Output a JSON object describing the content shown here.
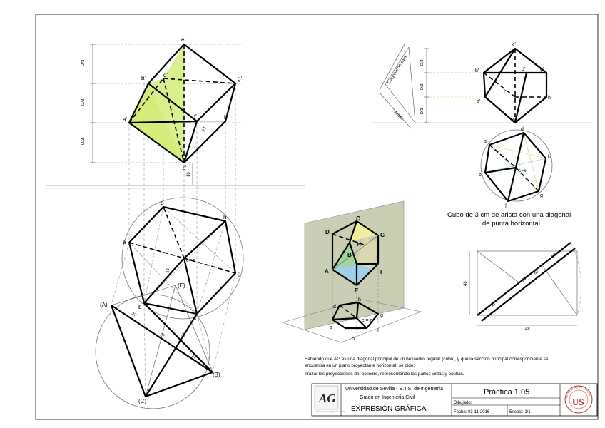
{
  "main_drawing": {
    "elevation_labels": [
      "e'",
      "b'",
      "d'",
      "g'",
      "a'",
      "f'",
      "h'",
      "c'"
    ],
    "dim_d3": "D/3",
    "dim_27": "27",
    "dim_16": "16",
    "plan_labels": [
      "d",
      "h",
      "a",
      "c=e",
      "g",
      "b",
      "f",
      "(E)"
    ],
    "dim_15": "15",
    "rebatment_labels": [
      "(A)",
      "(B)",
      "(C)"
    ],
    "rebatment_dims": [
      "27",
      "27",
      "27",
      "57"
    ]
  },
  "aux_drawing": {
    "diag_cara": "Diagonal de cara",
    "arista": "Arista",
    "elevation_labels": [
      "c'",
      "b'",
      "d'",
      "g'",
      "f'",
      "h'",
      "a'",
      "e'"
    ],
    "plan_labels": [
      "a",
      "d",
      "h",
      "c=e",
      "b",
      "g",
      "f"
    ],
    "caption_line1": "Cubo de 3 cm de arista con una diagonal",
    "caption_line2": "de punta horizontal"
  },
  "iso_drawing": {
    "labels": [
      "C",
      "D",
      "G",
      "H",
      "B",
      "A",
      "F",
      "E"
    ],
    "plan_labels": [
      "d",
      "h",
      "c = e",
      "g",
      "a",
      "b",
      "f"
    ]
  },
  "measure_drawing": {
    "dims": [
      "81",
      "27",
      "27",
      "27",
      "48",
      "48"
    ]
  },
  "statement": {
    "line1": "Sabiendo que AG es una diagonal principal de un hexaedro regular (cubo), y que la sección principal correspondiente se",
    "line2": "encuentra en un plano proyectante horizontal, se pide:",
    "line3": "Trazar las proyecciones del poliedro, representando las partes vistas y ocultas."
  },
  "title_block": {
    "logo_text": "AG",
    "logo_sub": "Departamento de Ingeniería Gráfica",
    "university": "Universidad de Sevilla - E.T.S. de Ingeniería",
    "degree": "Grado en Ingeniería Civil",
    "subject": "EXPRESIÓN GRÁFICA",
    "practice": "Práctica 1.05",
    "drawn_label": "Dibujado:",
    "date_label": "Fecha: 03-11-2016",
    "scale_label": "Escala: 1/1",
    "seal_text": "US",
    "seal_ring": "UNIVERSIDAD DE SEVILLA"
  },
  "colors": {
    "face_green": "#d4ec7a",
    "iso_plane": "#c9cfb4",
    "iso_yellow": "#f2f0a0",
    "iso_blue": "#9fd0e8",
    "iso_green": "#9fd49a",
    "iso_gray": "#bdbdbd",
    "seal_red": "#b0312e"
  }
}
